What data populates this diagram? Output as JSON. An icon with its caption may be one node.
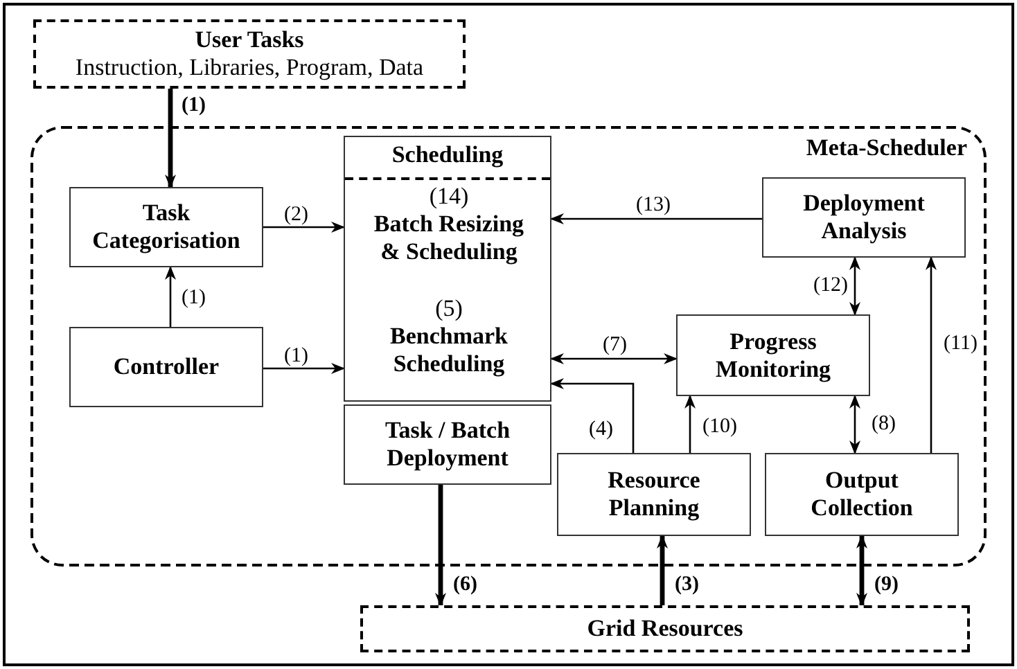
{
  "diagram": {
    "nodes": [
      {
        "text": [
          "User Tasks",
          "Instruction, Libraries, Program, Data"
        ]
      },
      {
        "text": [
          "Meta-Scheduler"
        ]
      },
      {
        "text": [
          "Task Categorisation"
        ],
        "in": 1
      },
      {
        "text": [
          "Controller"
        ],
        "in": 1
      },
      {
        "text": [
          "Scheduling"
        ],
        "in": 1
      },
      {
        "text": [
          "Batch Resizing & Scheduling"
        ],
        "in": 4,
        "beside": [
          "(14)"
        ]
      },
      {
        "text": [
          "Benchmark Scheduling"
        ],
        "in": 4,
        "beside": [
          "(5)"
        ]
      },
      {
        "text": [
          "Task / Batch Deployment"
        ],
        "in": 1
      },
      {
        "text": [
          "Deployment Analysis"
        ],
        "in": 1
      },
      {
        "text": [
          "Progress Monitoring"
        ],
        "in": 1
      },
      {
        "text": [
          "Resource Planning"
        ],
        "in": 1
      },
      {
        "text": [
          "Output Collection"
        ],
        "in": 1
      },
      {
        "text": [
          "Grid Resources"
        ]
      }
    ],
    "edges": [
      {
        "from": 0,
        "to": 2,
        "arrow": "to",
        "label": "(1)",
        "style": "thick"
      },
      {
        "from": 3,
        "to": 2,
        "arrow": "to",
        "label": "(1)"
      },
      {
        "from": 2,
        "to": 5,
        "arrow": "to",
        "label": "(2)"
      },
      {
        "from": 3,
        "to": 6,
        "arrow": "to",
        "label": "(1)"
      },
      {
        "from": 8,
        "to": 5,
        "arrow": "to",
        "label": "(13)"
      },
      {
        "from": 6,
        "to": 9,
        "arrow": "both",
        "label": "(7)"
      },
      {
        "from": 10,
        "to": 6,
        "arrow": "to",
        "label": "(4)"
      },
      {
        "from": 10,
        "to": 9,
        "arrow": "to",
        "label": "(10)"
      },
      {
        "from": 8,
        "to": 9,
        "arrow": "both",
        "label": "(12)"
      },
      {
        "from": 9,
        "to": 11,
        "arrow": "both",
        "label": "(8)"
      },
      {
        "from": 11,
        "to": 8,
        "arrow": "to",
        "label": "(11)"
      },
      {
        "from": 7,
        "to": 12,
        "arrow": "to",
        "label": "(6)",
        "style": "thick"
      },
      {
        "from": 12,
        "to": 10,
        "arrow": "to",
        "label": "(3)",
        "style": "thick"
      },
      {
        "from": 11,
        "to": 12,
        "arrow": "both",
        "label": "(9)",
        "style": "thick"
      }
    ]
  }
}
